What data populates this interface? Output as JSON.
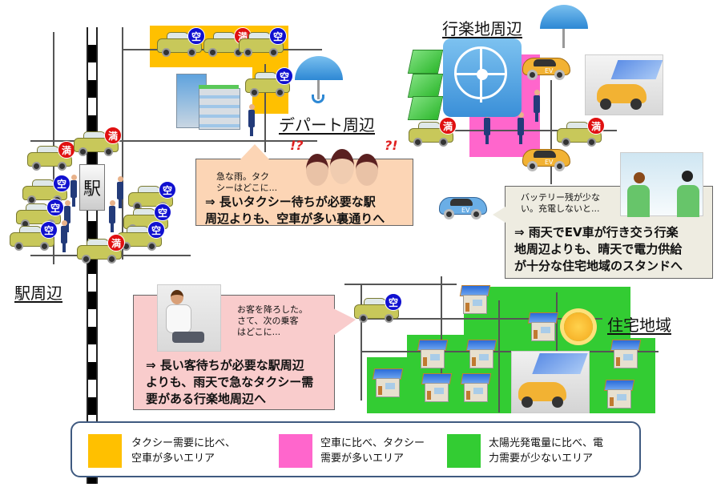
{
  "areas": {
    "station": {
      "title": "駅周辺",
      "station_sign": "駅"
    },
    "department": {
      "title": "デパート周辺"
    },
    "amusement": {
      "title": "行楽地周辺"
    },
    "residential": {
      "title": "住宅地域"
    }
  },
  "badges": {
    "vacant": "空",
    "full": "満"
  },
  "ev_label": "EV",
  "exclaims": {
    "left": "!?",
    "right": "?!"
  },
  "callouts": {
    "passenger": {
      "thought": "急な雨。タク\nシーはどこに...",
      "message": "⇒ 長いタクシー待ちが必要な駅\n周辺よりも、空車が多い裏通りへ"
    },
    "ev_driver": {
      "thought": "バッテリー残が少な\nい。充電しないと...",
      "message": "⇒ 雨天でEV車が行き交う行楽\n地周辺よりも、晴天で電力供給\nが十分な住宅地域のスタンドへ"
    },
    "taxi_driver": {
      "thought": "お客を降ろした。\nさて、次の乗客\nはどこに...",
      "message": "⇒ 長い客待ちが必要な駅周辺\nよりも、雨天で急なタクシー需\n要がある行楽地周辺へ"
    }
  },
  "legend": {
    "items": [
      {
        "color": "#FFC000",
        "label": "タクシー需要に比べ、\n空車が多いエリア"
      },
      {
        "color": "#FF66CC",
        "label": "空車に比べ、タクシー\n需要が多いエリア"
      },
      {
        "color": "#33CC33",
        "label": "太陽光発電量に比べ、電\n力需要が少ないエリア"
      }
    ]
  },
  "colors": {
    "oversupply_area": "#FFC000",
    "high_demand_area": "#FF66CC",
    "low_power_demand_area": "#33CC33",
    "vacant_badge": "#1010D0",
    "full_badge": "#E01010"
  }
}
